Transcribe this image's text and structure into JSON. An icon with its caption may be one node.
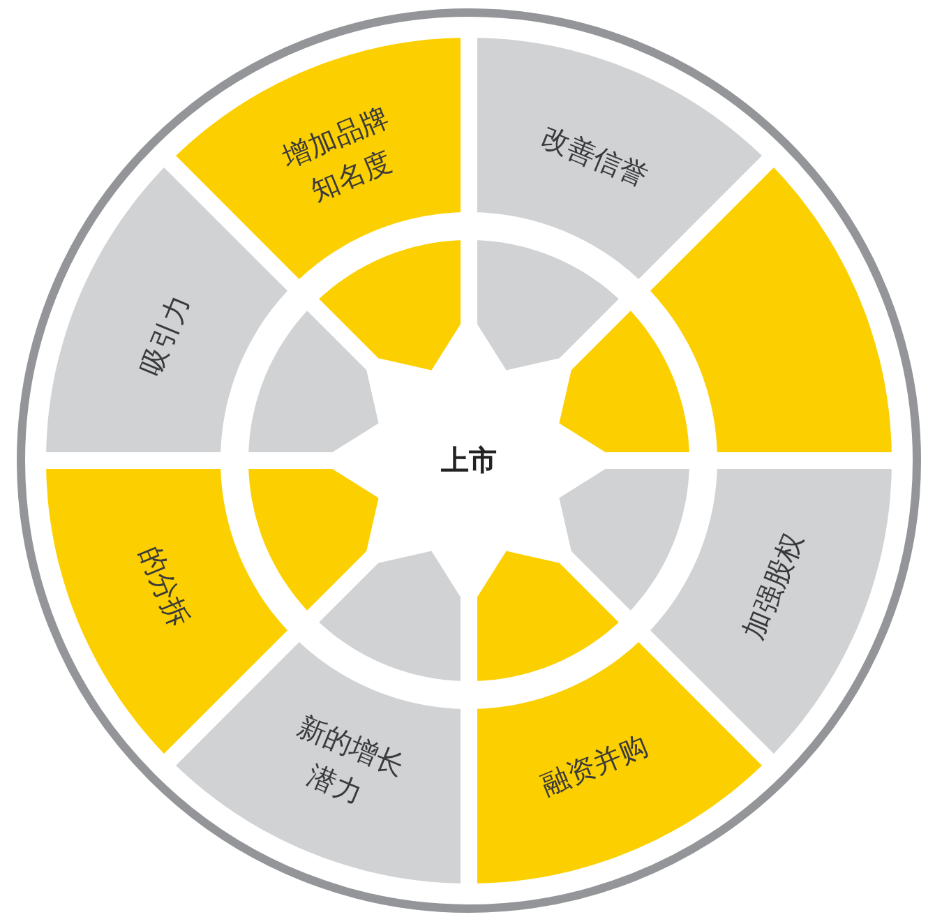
{
  "diagram": {
    "nodes": [
      {
        "text": [
          "上市"
        ]
      },
      {
        "text": [
          "增加品牌知名度"
        ]
      },
      {
        "text": [
          "改善信誉"
        ]
      },
      {
        "text": [],
        "shape": "wedge"
      },
      {
        "text": [
          "加强股权"
        ]
      },
      {
        "text": [
          "融资并购"
        ]
      },
      {
        "text": [
          "新的增长潜力"
        ]
      },
      {
        "text": [
          "的分拆"
        ]
      },
      {
        "text": [
          "吸引力"
        ]
      },
      {
        "text": [],
        "shape": "wedge"
      },
      {
        "text": [],
        "shape": "wedge"
      },
      {
        "text": [],
        "shape": "wedge"
      },
      {
        "text": [],
        "shape": "wedge"
      },
      {
        "text": [],
        "shape": "wedge"
      },
      {
        "text": [],
        "shape": "wedge"
      },
      {
        "text": [],
        "shape": "wedge"
      },
      {
        "text": [],
        "shape": "wedge"
      }
    ]
  }
}
